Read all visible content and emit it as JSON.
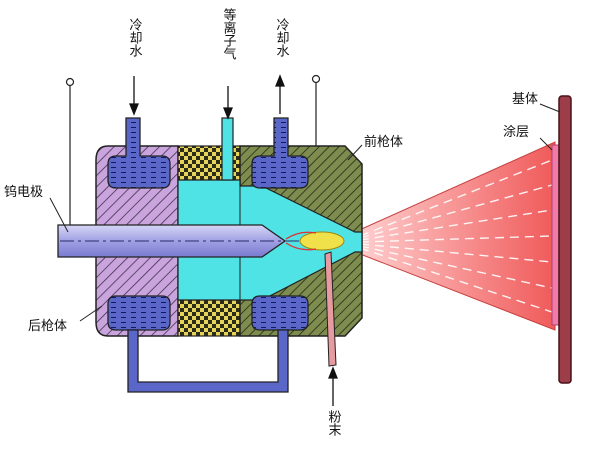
{
  "labels": {
    "cooling_water_left": "冷却水",
    "plasma_gas": "等离子气",
    "cooling_water_right": "冷却水",
    "front_gun_body": "前枪体",
    "tungsten_electrode": "钨电极",
    "rear_gun_body": "后枪体",
    "powder": "粉末",
    "substrate": "基体",
    "coating": "涂层"
  },
  "colors": {
    "rear_body": "#c9a4dd",
    "front_body": "#6b7a3f",
    "insulator": "#e6d45a",
    "plasma_channel": "#4fe3e6",
    "electrode": "#a9a9e8",
    "cooling_water": "#5a66c8",
    "plasma_jet": "#f0e04a",
    "spray": "#f07a7a",
    "substrate": "#9c3d4a",
    "coating": "#f07aa8",
    "powder": "#e79aa0"
  }
}
